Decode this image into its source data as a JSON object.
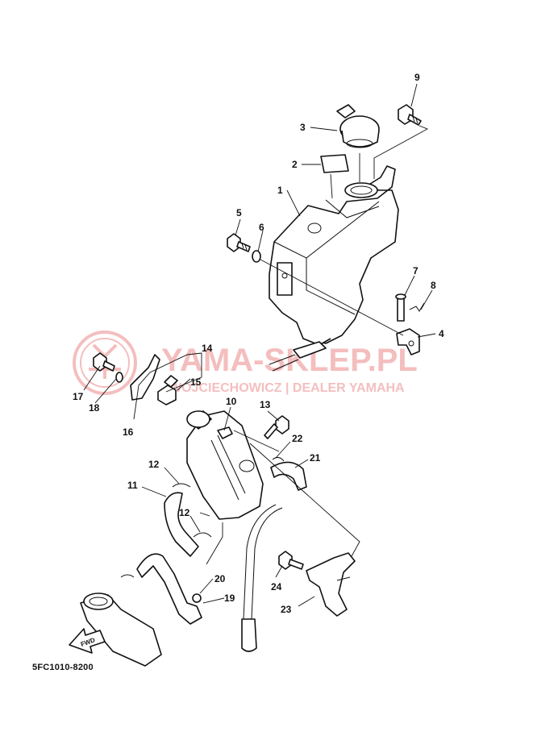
{
  "diagram_code": "5FC1010-8200",
  "watermark": {
    "brand": "YAMA-SKLEP.PL",
    "subtitle": "WOJCIECHOWICZ | DEALER YAMAHA",
    "color": "#e04848"
  },
  "fwd_label": "FWD",
  "callouts": [
    "1",
    "2",
    "3",
    "4",
    "5",
    "6",
    "7",
    "8",
    "9",
    "10",
    "11",
    "12",
    "12",
    "13",
    "14",
    "15",
    "16",
    "17",
    "18",
    "19",
    "20",
    "21",
    "22",
    "23",
    "24"
  ],
  "colors": {
    "ink": "#111111",
    "background": "#ffffff"
  }
}
